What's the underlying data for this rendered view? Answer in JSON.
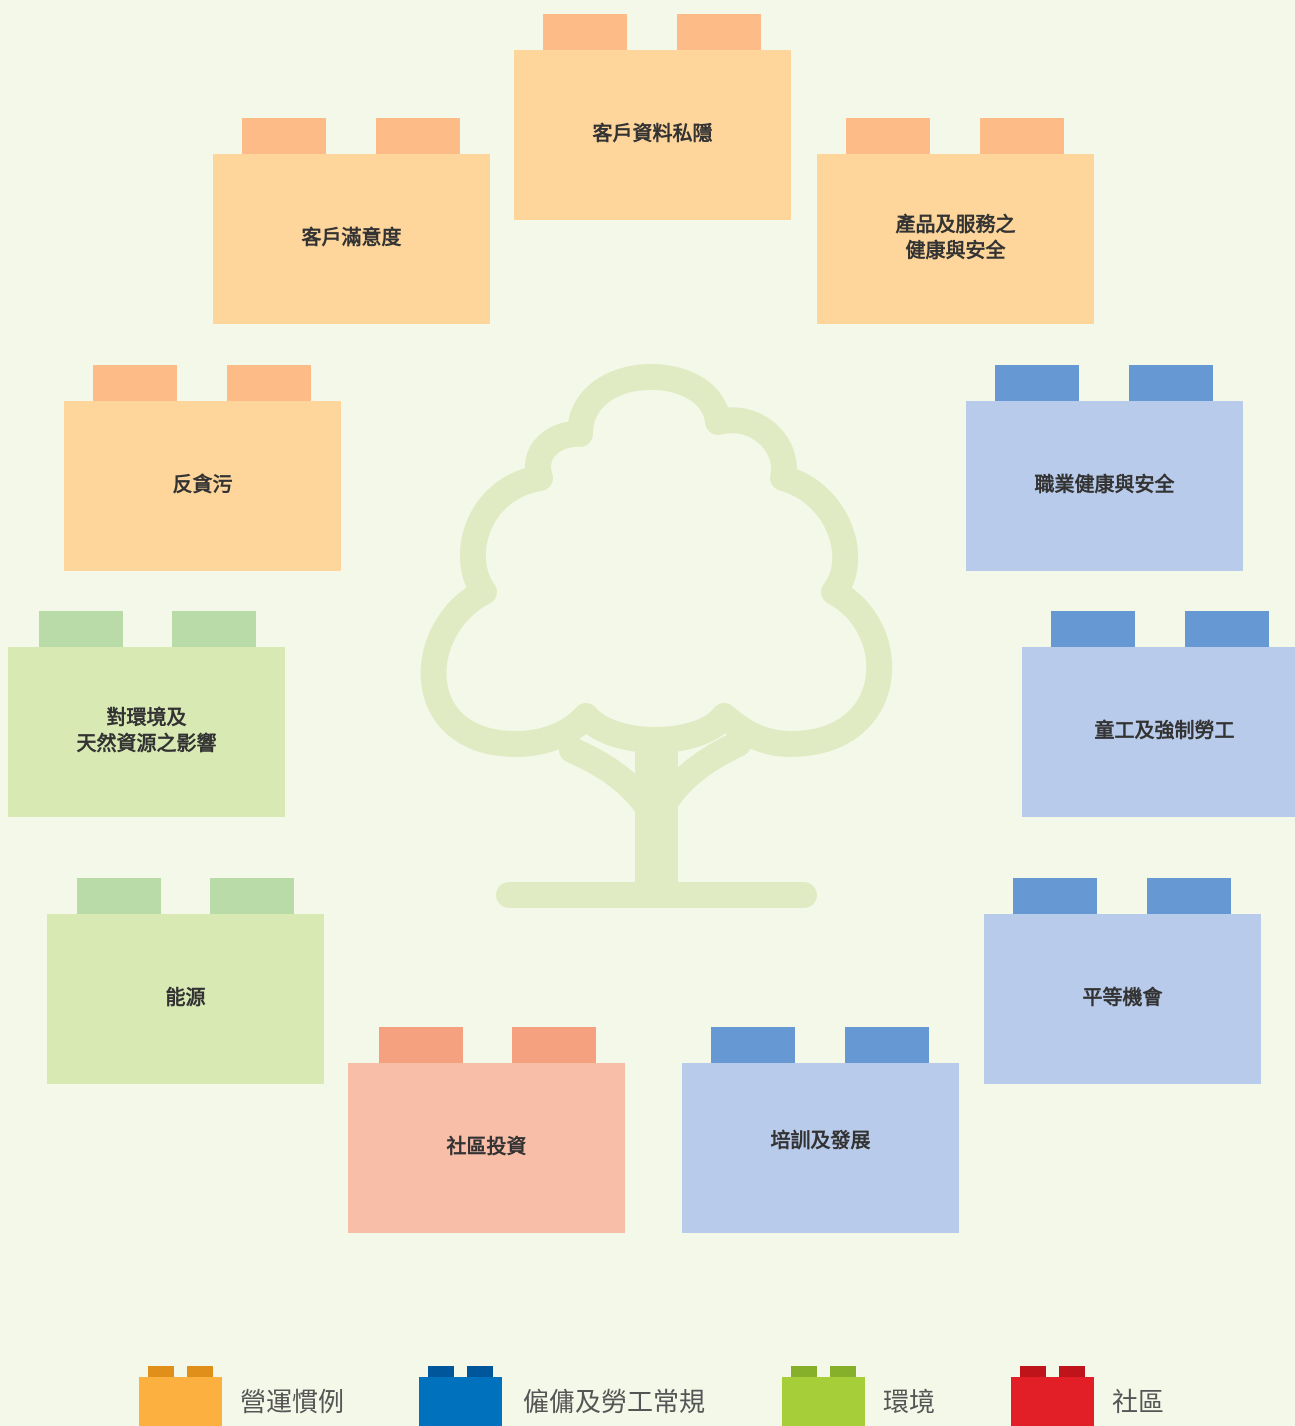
{
  "legend": [
    {
      "label": "營運慣例",
      "color": "#fbb040"
    },
    {
      "label": "僱傭及勞工常規",
      "color": "#0071bc"
    },
    {
      "label": "環境",
      "color": "#a6ce39"
    },
    {
      "label": "社區",
      "color": "#e21e26"
    }
  ],
  "blocks": {
    "customer_privacy": "客戶資料私隱",
    "customer_satisfaction": "客戶滿意度",
    "product_health_safety": "產品及服務之\n健康與安全",
    "anti_corruption": "反貪污",
    "occupational_health_safety": "職業健康與安全",
    "environmental_impact": "對環境及\n天然資源之影響",
    "child_forced_labour": "童工及強制勞工",
    "energy": "能源",
    "equal_opportunity": "平等機會",
    "community_investment": "社區投資",
    "training_development": "培訓及發展"
  },
  "icons": {
    "center": "tree-icon"
  }
}
